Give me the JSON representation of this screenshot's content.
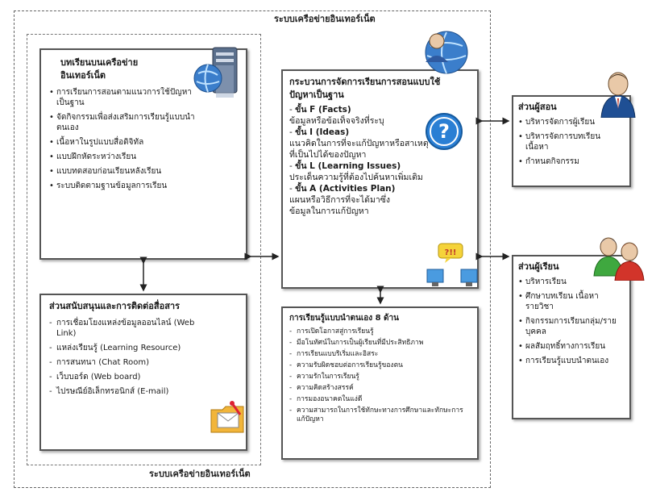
{
  "network_title_top": "ระบบเครือข่ายอินเทอร์เน็ต",
  "network_title_bottom": "ระบบเครือข่ายอินเทอร์เน็ต",
  "lesson_box": {
    "title": "บทเรียนบนเครือข่ายอินเทอร์เน็ต",
    "items": [
      "การเรียนการสอนตามแนวการใช้ปัญหาเป็นฐาน",
      "จัดกิจกรรมเพื่อส่งเสริมการเรียนรู้แบบนำตนเอง",
      "เนื้อหาในรูปแบบสื่อดิจิทัล",
      "แบบฝึกหัดระหว่างเรียน",
      "แบบทดสอบก่อนเรียนหลังเรียน",
      "ระบบติดตามฐานข้อมูลการเรียน"
    ]
  },
  "support_box": {
    "title": "ส่วนสนับสนุนและการติดต่อสื่อสาร",
    "items": [
      "การเชื่อมโยงแหล่งข้อมูลออนไลน์ (Web Link)",
      "แหล่งเรียนรู้ (Learning Resource)",
      "การสนทนา (Chat Room)",
      "เว็บบอร์ด (Web board)",
      "ไปรษณีย์อิเล็กทรอนิกส์ (E-mail)"
    ]
  },
  "process_box": {
    "title": "กระบวนการจัดการเรียนการสอนแบบใช้ปัญหาเป็นฐาน",
    "steps": [
      {
        "label": "ขั้น F (Facts)",
        "text": "ข้อมูลหรือข้อเท็จจริงที่ระบุ"
      },
      {
        "label": "ขั้น I (Ideas)",
        "text": "แนวคิดในการที่จะแก้ปัญหาหรือสาเหตุที่เป็นไปได้ของปัญหา"
      },
      {
        "label": "ขั้น L (Learning Issues)",
        "text": "ประเด็นความรู้ที่ต้องไปค้นหาเพิ่มเติม"
      },
      {
        "label": "ขั้น A (Activities Plan)",
        "text": "แผนหรือวิธีการที่จะได้มาซึ่งข้อมูลในการแก้ปัญหา"
      }
    ]
  },
  "learning_box": {
    "title": "การเรียนรู้แบบนำตนเอง 8 ด้าน",
    "items": [
      "การเปิดโอกาสสู่การเรียนรู้",
      "มีอโนทัศน์ในการเป็นผู้เรียนที่มีประสิทธิภาพ",
      "การเรียนแบบริเริ่มและอิสระ",
      "ความรับผิดชอบต่อการเรียนรู้ของตน",
      "ความรักในการเรียนรู้",
      "ความคิดสร้างสรรค์",
      "การมองอนาคตในแง่ดี",
      "ความสามารถในการใช้ทักษะทางการศึกษาและทักษะการแก้ปัญหา"
    ]
  },
  "teacher_box": {
    "title": "ส่วนผู้สอน",
    "items": [
      "บริหารจัดการผู้เรียน",
      "บริหารจัดการบทเรียน เนื้อหา",
      "กำหนดกิจกรรม"
    ]
  },
  "learner_box": {
    "title": "ส่วนผู้เรียน",
    "items": [
      "บริหารเรียน",
      "ศึกษาบทเรียน เนื้อหารายวิชา",
      "กิจกรรมการเรียนกลุ่ม/รายบุคคล",
      "ผลสัมฤทธิ์ทางการเรียน",
      "การเรียนรู้แบบนำตนเอง"
    ]
  },
  "icons": {
    "server": "server-globe-icon",
    "network_user": "network-user-globe-icon",
    "question": "question-mark-icon",
    "chat": "chat-computers-icon",
    "mail": "mail-folder-icon",
    "teacher": "teacher-person-icon",
    "learners": "learners-group-icon"
  },
  "colors": {
    "question_blue": "#2a7fd4",
    "globe_blue": "#3b7ecb",
    "arrow": "#222222"
  }
}
